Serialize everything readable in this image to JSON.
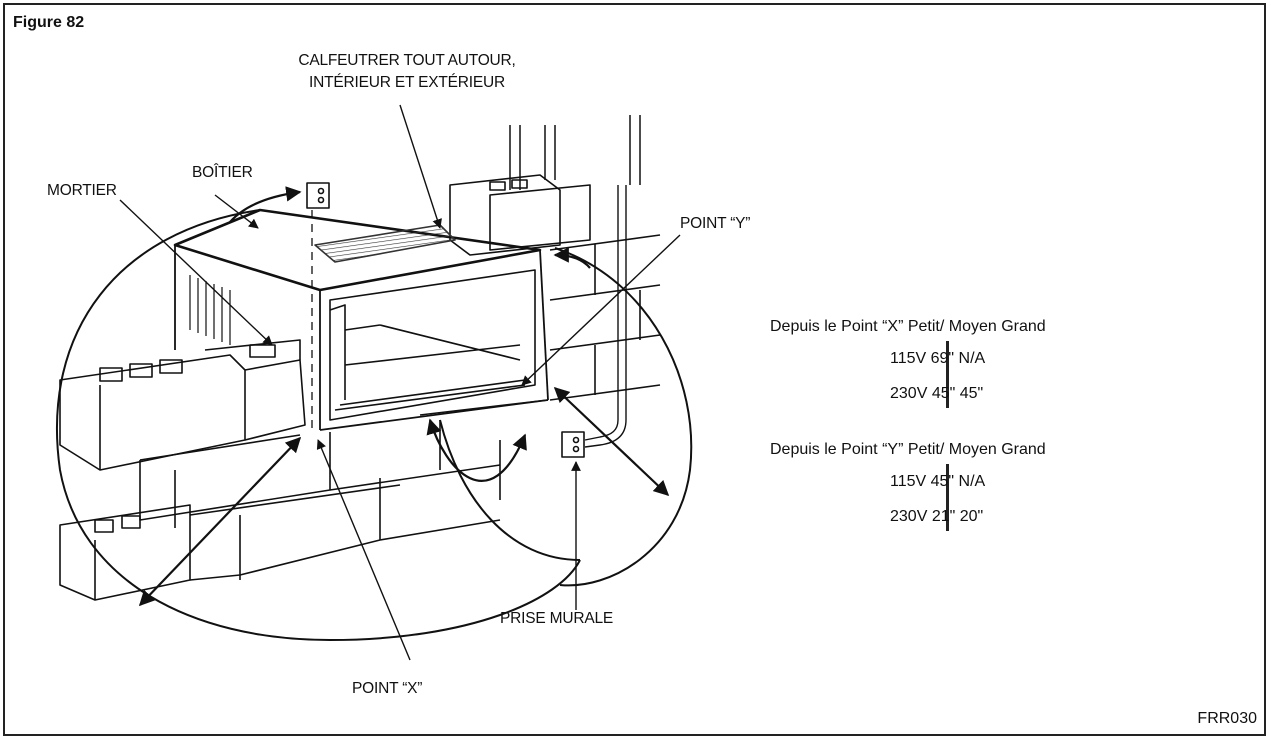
{
  "figure": {
    "title": "Figure 82",
    "code": "FRR030"
  },
  "labels": {
    "caulk_line1": "CALFEUTRER TOUT AUTOUR,",
    "caulk_line2": "INTÉRIEUR ET EXTÉRIEUR",
    "boitier": "BOÎTIER",
    "mortier": "MORTIER",
    "point_y": "POINT “Y”",
    "point_x": "POINT “X”",
    "prise": "PRISE MURALE"
  },
  "tables": [
    {
      "header": "Depuis le Point “X” Petit/ Moyen Grand",
      "rows": [
        {
          "text": "115V 69\" N/A"
        },
        {
          "text": "230V 45\" 45\""
        }
      ]
    },
    {
      "header": "Depuis le Point “Y” Petit/ Moyen Grand",
      "rows": [
        {
          "text": "115V 45\" N/A"
        },
        {
          "text": "230V 21\" 20\""
        }
      ]
    }
  ]
}
